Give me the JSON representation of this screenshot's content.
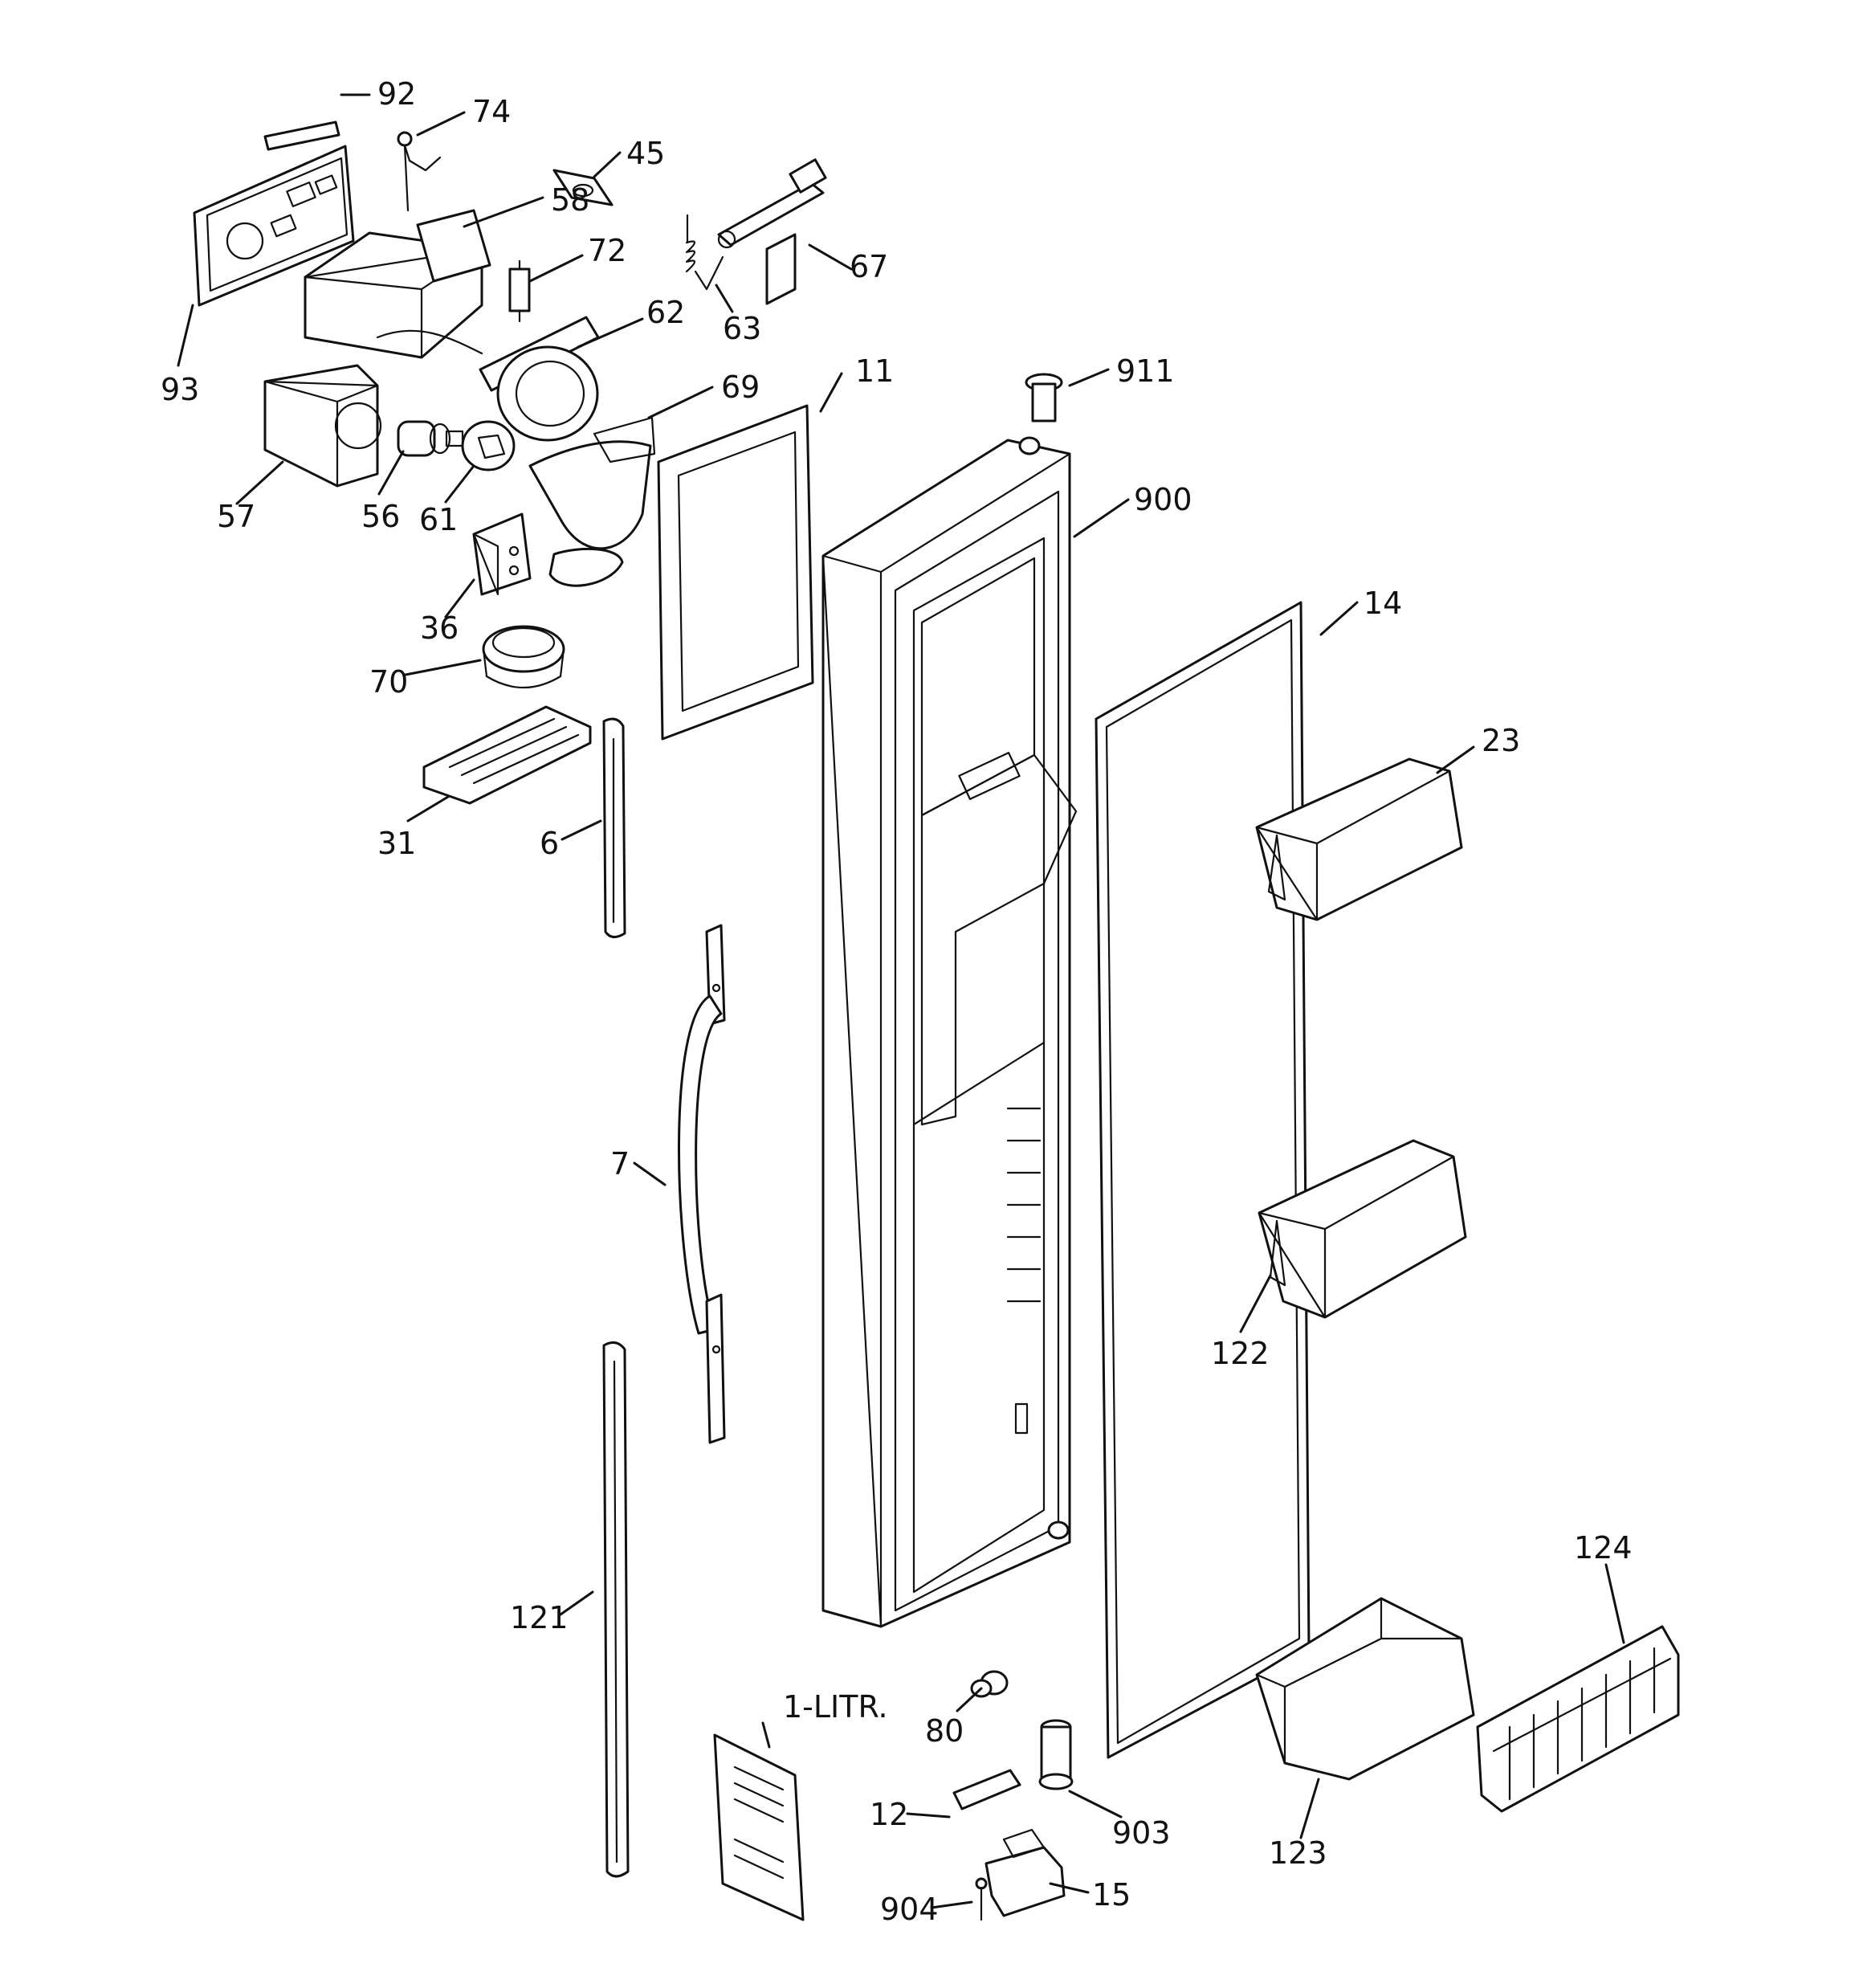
{
  "diagram": {
    "callouts": [
      {
        "id": "92",
        "label": "92"
      },
      {
        "id": "74",
        "label": "74"
      },
      {
        "id": "45",
        "label": "45"
      },
      {
        "id": "58",
        "label": "58"
      },
      {
        "id": "72",
        "label": "72"
      },
      {
        "id": "67",
        "label": "67"
      },
      {
        "id": "63",
        "label": "63"
      },
      {
        "id": "62",
        "label": "62"
      },
      {
        "id": "93",
        "label": "93"
      },
      {
        "id": "69",
        "label": "69"
      },
      {
        "id": "11",
        "label": "11"
      },
      {
        "id": "911",
        "label": "911"
      },
      {
        "id": "57",
        "label": "57"
      },
      {
        "id": "56",
        "label": "56"
      },
      {
        "id": "61",
        "label": "61"
      },
      {
        "id": "900",
        "label": "900"
      },
      {
        "id": "36",
        "label": "36"
      },
      {
        "id": "14",
        "label": "14"
      },
      {
        "id": "70",
        "label": "70"
      },
      {
        "id": "23",
        "label": "23"
      },
      {
        "id": "31",
        "label": "31"
      },
      {
        "id": "6",
        "label": "6"
      },
      {
        "id": "7",
        "label": "7"
      },
      {
        "id": "122",
        "label": "122"
      },
      {
        "id": "124",
        "label": "124"
      },
      {
        "id": "121",
        "label": "121"
      },
      {
        "id": "1-litr",
        "label": "1-LITR."
      },
      {
        "id": "80",
        "label": "80"
      },
      {
        "id": "12",
        "label": "12"
      },
      {
        "id": "903",
        "label": "903"
      },
      {
        "id": "123",
        "label": "123"
      },
      {
        "id": "904",
        "label": "904"
      },
      {
        "id": "15",
        "label": "15"
      }
    ]
  }
}
